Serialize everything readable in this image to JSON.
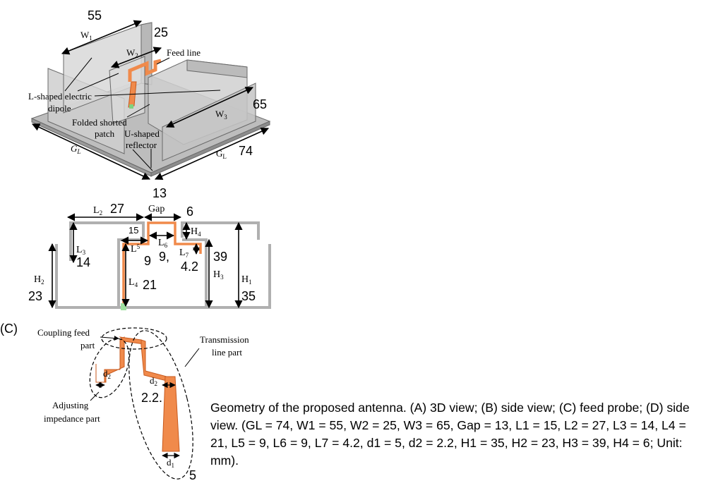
{
  "colors": {
    "copper": "#f08a4b",
    "copper_edge": "#c85a1e",
    "body_fill": "#c8c8c8",
    "body_edge": "#6a6a6a",
    "feed_point": "#7fd37f"
  },
  "panel_a": {
    "labels": {
      "w1": "W",
      "w1_sub": "1",
      "w2": "W",
      "w2_sub": "2",
      "w3": "W",
      "w3_sub": "3",
      "gl_left": "G",
      "gl_left_sub": "L",
      "gl_right": "G",
      "gl_right_sub": "L",
      "feed_line": "Feed line",
      "dipole_1": "L-shaped electric",
      "dipole_2": "dipole",
      "patch_1": "Folded shorted",
      "patch_2": "patch",
      "reflector_1": "U-shaped",
      "reflector_2": "reflector"
    },
    "values": {
      "w1": "55",
      "w2": "25",
      "w3": "65",
      "gl": "74"
    }
  },
  "panel_b": {
    "labels": {
      "l2": "L",
      "l2_sub": "2",
      "gap": "Gap",
      "h4": "H",
      "h4_sub": "4",
      "l3": "L",
      "l3_sub": "3",
      "l5": "L",
      "l5_sub": "5",
      "l6": "L",
      "l6_sub": "6",
      "l7": "L",
      "l7_sub": "7",
      "h2": "H",
      "h2_sub": "2",
      "h3": "H",
      "h3_sub": "3",
      "h1": "H",
      "h1_sub": "1",
      "l4": "L",
      "l4_sub": "4"
    },
    "values": {
      "l2": "27",
      "gap": "13",
      "h4": "6",
      "l1": "15",
      "l3": "14",
      "l5": "9",
      "l6": "9,",
      "l7": "4.2",
      "h2": "23",
      "h3": "39",
      "h1": "35",
      "l4": "21"
    }
  },
  "panel_c": {
    "tag": "(C)",
    "labels": {
      "coupling_1": "Coupling feed",
      "coupling_2": "part",
      "transmission_1": "Transmission",
      "transmission_2": "line part",
      "adjusting_1": "Adjusting",
      "adjusting_2": "impedance part",
      "d2_a": "d",
      "d2_a_sub": "2",
      "d2_b": "d",
      "d2_b_sub": "2",
      "d1": "d",
      "d1_sub": "1"
    },
    "values": {
      "d2": "2.2.",
      "d1": "5"
    }
  },
  "caption": "Geometry of the proposed antenna. (A) 3D view; (B) side view; (C) feed probe; (D) side view. (GL = 74, W1 = 55, W2 = 25, W3 = 65, Gap = 13, L1 = 15, L2 = 27, L3 = 14, L4 = 21, L5 = 9, L6 = 9, L7 = 4.2, d1 = 5, d2 = 2.2, H1 = 35, H2 = 23, H3 = 39, H4 = 6; Unit: mm)."
}
